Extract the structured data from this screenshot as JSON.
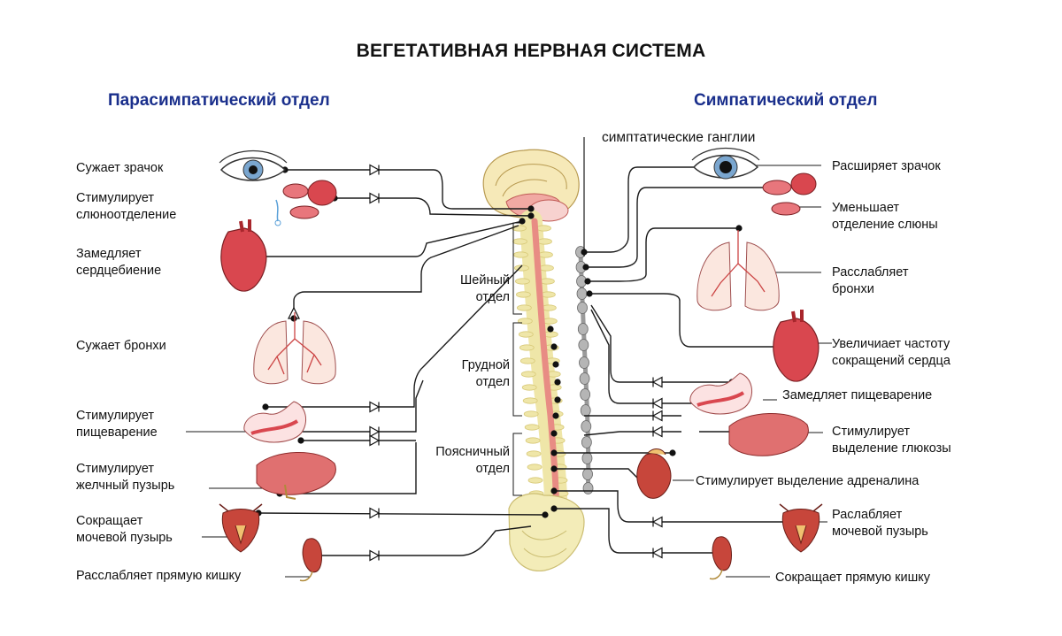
{
  "title": "ВЕГЕТАТИВНАЯ НЕРВНАЯ СИСТЕМА",
  "parasympathetic_heading": "Парасимпатический отдел",
  "sympathetic_heading": "Симпатический отдел",
  "ganglia_label": "симптатические ганглии",
  "spine_regions": {
    "cervical": "Шейный\nотдел",
    "thoracic": "Грудной\nотдел",
    "lumbar": "Поясничный\nотдел"
  },
  "left_effects": [
    "Сужает зрачок",
    "Стимулирует\nслюноотделение",
    "Замедляет\nсердцебиение",
    "Сужает бронхи",
    "Стимулирует\nпищеварение",
    "Стимулирует\nжелчный пузырь",
    "Сокращает\nмочевой пузырь",
    "Расслабляет прямую кишку"
  ],
  "right_effects": [
    "Расширяет зрачок",
    "Уменьшает\nотделение слюны",
    "Расслабляет\nбронхи",
    "Увеличиает частоту\nсокращений сердца",
    "Замедляет пищеварение",
    "Стимулирует\nвыделение глюкозы",
    "Стимулирует выделение адреналина",
    "Раслабляет\nмочевой пузырь",
    "Сокращает прямую кишку"
  ],
  "colors": {
    "heading": "#1a2f8c",
    "organ": "#d9474f",
    "organ_light": "#f3b3b3",
    "spine_bone": "#efe6a8",
    "spinal_cord": "#e88c84",
    "ganglion": "#a9a9a9",
    "line": "#1a1a1a"
  }
}
